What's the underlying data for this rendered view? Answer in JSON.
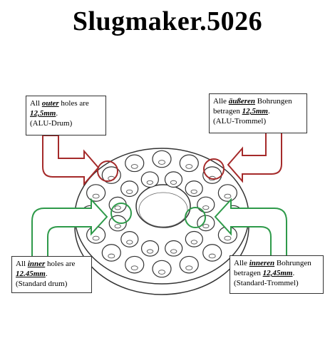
{
  "title": "Slugmaker.5026",
  "colors": {
    "outer_arrow": "#a52a2a",
    "inner_arrow": "#2e9a4a",
    "line": "#333333"
  },
  "callouts": {
    "top_left": {
      "pre": "All ",
      "emph": "outer",
      "post": " holes are",
      "size": "12,5mm",
      "dot": ".",
      "note": "(ALU-Drum)"
    },
    "top_right": {
      "pre": "Alle ",
      "emph": "äußeren",
      "post": " Bohrungen",
      "line2": "betragen ",
      "size": "12,5mm",
      "dot": ".",
      "note": "(ALU-Trommel)"
    },
    "bottom_left": {
      "pre": "All ",
      "emph": "inner",
      "post": " holes are",
      "size": "12.45mm",
      "dot": ".",
      "note": "(Standard drum)"
    },
    "bottom_right": {
      "pre": "Alle ",
      "emph": "inneren",
      "post": " Bohrungen",
      "line2": "betragen ",
      "size": "12,45mm",
      "dot": ".",
      "note": "(Standard-Trommel)"
    }
  }
}
